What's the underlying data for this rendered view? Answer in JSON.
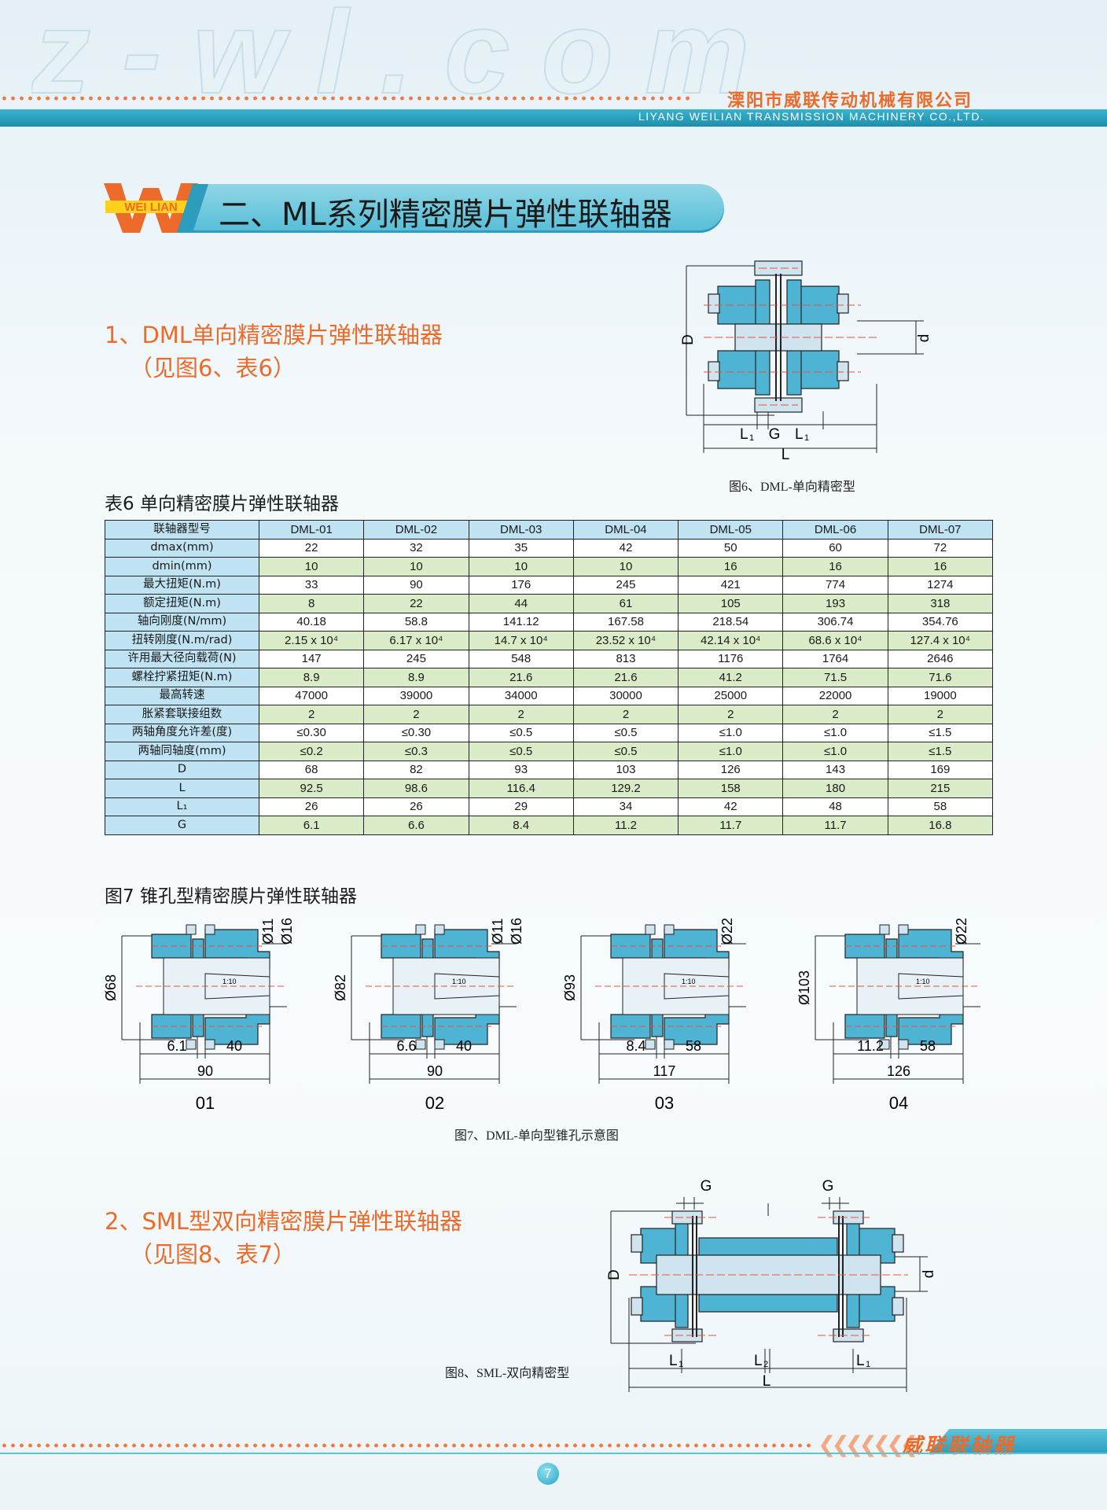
{
  "header": {
    "watermark": "z-wl.com",
    "company_cn": "溧阳市威联传动机械有限公司",
    "company_en": "LIYANG WEILIAN TRANSMISSION MACHINERY CO.,LTD."
  },
  "logo": {
    "text": "WEI LIAN"
  },
  "section_title": "二、ML系列精密膜片弹性联轴器",
  "subsection1": {
    "title": "1、DML单向精密膜片弹性联轴器",
    "ref": "（见图6、表6）"
  },
  "fig6": {
    "caption": "图6、DML-单向精密型",
    "labels": {
      "D": "D",
      "d": "d",
      "L1a": "L",
      "L1b": "L",
      "sub1": "1",
      "G": "G",
      "L": "L"
    }
  },
  "table6": {
    "title": "表6  单向精密膜片弹性联轴器",
    "columns": [
      "联轴器型号",
      "DML-01",
      "DML-02",
      "DML-03",
      "DML-04",
      "DML-05",
      "DML-06",
      "DML-07"
    ],
    "rows": [
      [
        "dmax(mm)",
        "22",
        "32",
        "35",
        "42",
        "50",
        "60",
        "72"
      ],
      [
        "dmin(mm)",
        "10",
        "10",
        "10",
        "10",
        "16",
        "16",
        "16"
      ],
      [
        "最大扭矩(N.m)",
        "33",
        "90",
        "176",
        "245",
        "421",
        "774",
        "1274"
      ],
      [
        "额定扭矩(N.m)",
        "8",
        "22",
        "44",
        "61",
        "105",
        "193",
        "318"
      ],
      [
        "轴向刚度(N/mm)",
        "40.18",
        "58.8",
        "141.12",
        "167.58",
        "218.54",
        "306.74",
        "354.76"
      ],
      [
        "扭转刚度(N.m/rad)",
        "2.15 x 10⁴",
        "6.17 x 10⁴",
        "14.7 x 10⁴",
        "23.52 x 10⁴",
        "42.14 x 10⁴",
        "68.6 x 10⁴",
        "127.4 x 10⁴"
      ],
      [
        "许用最大径向载荷(N)",
        "147",
        "245",
        "548",
        "813",
        "1176",
        "1764",
        "2646"
      ],
      [
        "螺栓拧紧扭矩(N.m)",
        "8.9",
        "8.9",
        "21.6",
        "21.6",
        "41.2",
        "71.5",
        "71.6"
      ],
      [
        "最高转速",
        "47000",
        "39000",
        "34000",
        "30000",
        "25000",
        "22000",
        "19000"
      ],
      [
        "胀紧套联接组数",
        "2",
        "2",
        "2",
        "2",
        "2",
        "2",
        "2"
      ],
      [
        "两轴角度允许差(度)",
        "≤0.30",
        "≤0.30",
        "≤0.5",
        "≤0.5",
        "≤1.0",
        "≤1.0",
        "≤1.5"
      ],
      [
        "两轴同轴度(mm)",
        "≤0.2",
        "≤0.3",
        "≤0.5",
        "≤0.5",
        "≤1.0",
        "≤1.0",
        "≤1.5"
      ],
      [
        "D",
        "68",
        "82",
        "93",
        "103",
        "126",
        "143",
        "169"
      ],
      [
        "L",
        "92.5",
        "98.6",
        "116.4",
        "129.2",
        "158",
        "180",
        "215"
      ],
      [
        "L₁",
        "26",
        "26",
        "29",
        "34",
        "42",
        "48",
        "58"
      ],
      [
        "G",
        "6.1",
        "6.6",
        "8.4",
        "11.2",
        "11.7",
        "11.7",
        "16.8"
      ]
    ]
  },
  "fig7": {
    "title": "图7    锥孔型精密膜片弹性联轴器",
    "caption": "图7、DML-单向型锥孔示意图",
    "taper": "1:10",
    "diagrams": [
      {
        "id": "01",
        "D": "Ø68",
        "d1": "Ø11",
        "d2": "Ø16",
        "g": "6.1",
        "l": "40",
        "L": "90"
      },
      {
        "id": "02",
        "D": "Ø82",
        "d1": "Ø11",
        "d2": "Ø16",
        "g": "6.6",
        "l": "40",
        "L": "90"
      },
      {
        "id": "03",
        "D": "Ø93",
        "d1": "Ø22",
        "d2": "",
        "g": "8.4",
        "l": "58",
        "L": "117"
      },
      {
        "id": "04",
        "D": "Ø103",
        "d1": "Ø22",
        "d2": "",
        "g": "11.2",
        "l": "58",
        "L": "126"
      }
    ]
  },
  "subsection2": {
    "title": "2、SML型双向精密膜片弹性联轴器",
    "ref": "（见图8、表7）"
  },
  "fig8": {
    "caption": "图8、SML-双向精密型",
    "labels": {
      "G": "G",
      "D": "D",
      "d": "d",
      "L": "L",
      "L2": "L",
      "sub1": "1",
      "sub2": "2"
    }
  },
  "footer": {
    "brand": "威联联轴器",
    "page": "7"
  },
  "colors": {
    "accent_orange": "#ec6b2a",
    "band_blue": "#2a9dbd",
    "part_blue": "#4fb3d3",
    "row_green": "#d9ecc7",
    "header_blue": "#bfe3f3"
  }
}
